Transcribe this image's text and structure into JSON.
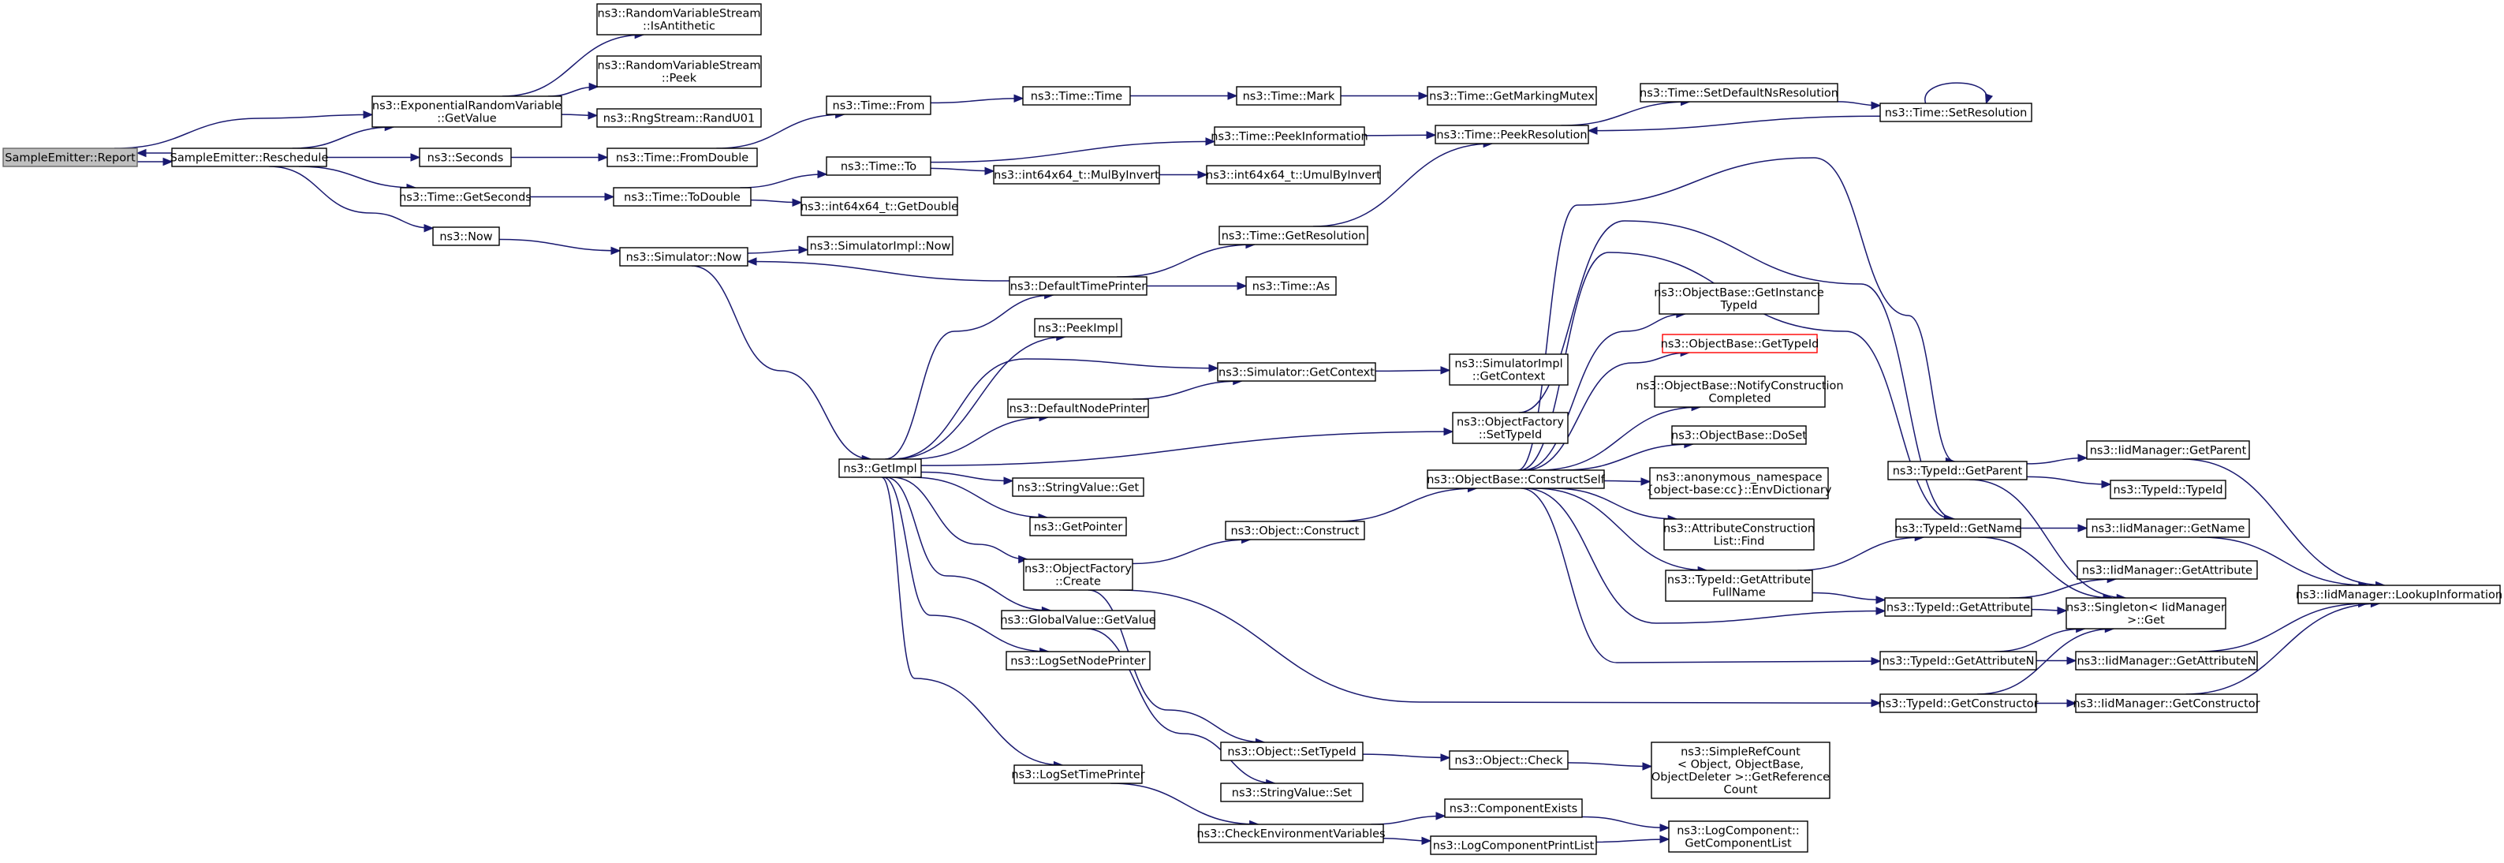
{
  "colors": {
    "edge": "#191970",
    "root_fill": "#bfbfbf",
    "root_stroke": "#666666",
    "node_fill": "#ffffff",
    "node_stroke": "#000000",
    "highlight_stroke": "#ff0000"
  },
  "nodes": {
    "report": {
      "lines": [
        "SampleEmitter::Report"
      ]
    },
    "reschedule": {
      "lines": [
        "SampleEmitter::Reschedule"
      ]
    },
    "erv_getvalue": {
      "lines": [
        "ns3::ExponentialRandomVariable",
        "::GetValue"
      ]
    },
    "rvs_isanti": {
      "lines": [
        "ns3::RandomVariableStream",
        "::IsAntithetic"
      ]
    },
    "rvs_peek": {
      "lines": [
        "ns3::RandomVariableStream",
        "::Peek"
      ]
    },
    "rng_randu01": {
      "lines": [
        "ns3::RngStream::RandU01"
      ]
    },
    "seconds": {
      "lines": [
        "ns3::Seconds"
      ]
    },
    "time_getseconds": {
      "lines": [
        "ns3::Time::GetSeconds"
      ]
    },
    "now": {
      "lines": [
        "ns3::Now"
      ]
    },
    "time_from": {
      "lines": [
        "ns3::Time::From"
      ]
    },
    "time_fromdouble": {
      "lines": [
        "ns3::Time::FromDouble"
      ]
    },
    "time_todouble": {
      "lines": [
        "ns3::Time::ToDouble"
      ]
    },
    "int64_getdouble": {
      "lines": [
        "ns3::int64x64_t::GetDouble"
      ]
    },
    "time_time": {
      "lines": [
        "ns3::Time::Time"
      ]
    },
    "time_to": {
      "lines": [
        "ns3::Time::To"
      ]
    },
    "time_mark": {
      "lines": [
        "ns3::Time::Mark"
      ]
    },
    "getmarkingmutex": {
      "lines": [
        "ns3::Time::GetMarkingMutex"
      ]
    },
    "peekinformation": {
      "lines": [
        "ns3::Time::PeekInformation"
      ]
    },
    "mulbyinvert": {
      "lines": [
        "ns3::int64x64_t::MulByInvert"
      ]
    },
    "umulbyinvert": {
      "lines": [
        "ns3::int64x64_t::UmulByInvert"
      ]
    },
    "peekresolution": {
      "lines": [
        "ns3::Time::PeekResolution"
      ]
    },
    "setdefaultns": {
      "lines": [
        "ns3::Time::SetDefaultNsResolution"
      ]
    },
    "setresolution": {
      "lines": [
        "ns3::Time::SetResolution"
      ]
    },
    "sim_now": {
      "lines": [
        "ns3::Simulator::Now"
      ]
    },
    "simimpl_now": {
      "lines": [
        "ns3::SimulatorImpl::Now"
      ]
    },
    "getresolution": {
      "lines": [
        "ns3::Time::GetResolution"
      ]
    },
    "defaulttimeprinter": {
      "lines": [
        "ns3::DefaultTimePrinter"
      ]
    },
    "time_as": {
      "lines": [
        "ns3::Time::As"
      ]
    },
    "peekimpl": {
      "lines": [
        "ns3::PeekImpl"
      ]
    },
    "getimpl": {
      "lines": [
        "ns3::GetImpl"
      ]
    },
    "sim_getcontext": {
      "lines": [
        "ns3::Simulator::GetContext"
      ]
    },
    "simimpl_getcontext": {
      "lines": [
        "ns3::SimulatorImpl",
        "::GetContext"
      ]
    },
    "defaultnodeprinter": {
      "lines": [
        "ns3::DefaultNodePrinter"
      ]
    },
    "of_settypeid": {
      "lines": [
        "ns3::ObjectFactory",
        "::SetTypeId"
      ]
    },
    "stringvalue_get": {
      "lines": [
        "ns3::StringValue::Get"
      ]
    },
    "getpointer": {
      "lines": [
        "ns3::GetPointer"
      ]
    },
    "of_create": {
      "lines": [
        "ns3::ObjectFactory",
        "::Create"
      ]
    },
    "globalvalue_getvalue": {
      "lines": [
        "ns3::GlobalValue::GetValue"
      ]
    },
    "logsetnodeprinter": {
      "lines": [
        "ns3::LogSetNodePrinter"
      ]
    },
    "logsettimeprinter": {
      "lines": [
        "ns3::LogSetTimePrinter"
      ]
    },
    "obj_construct": {
      "lines": [
        "ns3::Object::Construct"
      ]
    },
    "ob_constructself": {
      "lines": [
        "ns3::ObjectBase::ConstructSelf"
      ]
    },
    "ob_getinstancetypeid": {
      "lines": [
        "ns3::ObjectBase::GetInstance",
        "TypeId"
      ]
    },
    "ob_gettypeid": {
      "lines": [
        "ns3::ObjectBase::GetTypeId"
      ]
    },
    "ob_notify": {
      "lines": [
        "ns3::ObjectBase::NotifyConstruction",
        "Completed"
      ]
    },
    "ob_doset": {
      "lines": [
        "ns3::ObjectBase::DoSet"
      ]
    },
    "anon_envdict": {
      "lines": [
        "ns3::anonymous_namespace",
        "{object-base:cc}::EnvDictionary"
      ]
    },
    "acl_find": {
      "lines": [
        "ns3::AttributeConstruction",
        "List::Find"
      ]
    },
    "tid_getattrfullname": {
      "lines": [
        "ns3::TypeId::GetAttribute",
        "FullName"
      ]
    },
    "obj_settypeid": {
      "lines": [
        "ns3::Object::SetTypeId"
      ]
    },
    "stringvalue_set": {
      "lines": [
        "ns3::StringValue::Set"
      ]
    },
    "obj_check": {
      "lines": [
        "ns3::Object::Check"
      ]
    },
    "simplerefcount": {
      "lines": [
        "ns3::SimpleRefCount",
        "< Object, ObjectBase,",
        "ObjectDeleter >::GetReference",
        "Count"
      ]
    },
    "checkenv": {
      "lines": [
        "ns3::CheckEnvironmentVariables"
      ]
    },
    "componentexists": {
      "lines": [
        "ns3::ComponentExists"
      ]
    },
    "logcomponentprintlist": {
      "lines": [
        "ns3::LogComponentPrintList"
      ]
    },
    "logcomponent_getlist": {
      "lines": [
        "ns3::LogComponent::",
        "GetComponentList"
      ]
    },
    "tid_getparent": {
      "lines": [
        "ns3::TypeId::GetParent"
      ]
    },
    "tid_getname": {
      "lines": [
        "ns3::TypeId::GetName"
      ]
    },
    "tid_getattribute": {
      "lines": [
        "ns3::TypeId::GetAttribute"
      ]
    },
    "tid_getattributen": {
      "lines": [
        "ns3::TypeId::GetAttributeN"
      ]
    },
    "tid_getconstructor": {
      "lines": [
        "ns3::TypeId::GetConstructor"
      ]
    },
    "iid_getparent": {
      "lines": [
        "ns3::IidManager::GetParent"
      ]
    },
    "tid_typeid": {
      "lines": [
        "ns3::TypeId::TypeId"
      ]
    },
    "iid_getname": {
      "lines": [
        "ns3::IidManager::GetName"
      ]
    },
    "iid_getattribute": {
      "lines": [
        "ns3::IidManager::GetAttribute"
      ]
    },
    "singleton_get": {
      "lines": [
        "ns3::Singleton< IidManager",
        " >::Get"
      ]
    },
    "iid_getattributen": {
      "lines": [
        "ns3::IidManager::GetAttributeN"
      ]
    },
    "iid_getconstructor": {
      "lines": [
        "ns3::IidManager::GetConstructor"
      ]
    },
    "iid_lookup": {
      "lines": [
        "ns3::IidManager::LookupInformation"
      ]
    }
  },
  "edges": [
    [
      "report",
      "reschedule"
    ],
    [
      "reschedule",
      "report"
    ],
    [
      "report",
      "erv_getvalue"
    ],
    [
      "reschedule",
      "erv_getvalue"
    ],
    [
      "reschedule",
      "seconds"
    ],
    [
      "reschedule",
      "time_getseconds"
    ],
    [
      "reschedule",
      "now"
    ],
    [
      "erv_getvalue",
      "rvs_isanti"
    ],
    [
      "erv_getvalue",
      "rvs_peek"
    ],
    [
      "erv_getvalue",
      "rng_randu01"
    ],
    [
      "seconds",
      "time_fromdouble"
    ],
    [
      "time_fromdouble",
      "time_from"
    ],
    [
      "time_from",
      "time_time"
    ],
    [
      "time_time",
      "time_mark"
    ],
    [
      "time_mark",
      "getmarkingmutex"
    ],
    [
      "time_getseconds",
      "time_todouble"
    ],
    [
      "time_todouble",
      "time_to"
    ],
    [
      "time_todouble",
      "int64_getdouble"
    ],
    [
      "time_to",
      "peekinformation"
    ],
    [
      "time_to",
      "mulbyinvert"
    ],
    [
      "mulbyinvert",
      "umulbyinvert"
    ],
    [
      "peekinformation",
      "peekresolution"
    ],
    [
      "peekresolution",
      "setdefaultns"
    ],
    [
      "setdefaultns",
      "setresolution"
    ],
    [
      "setresolution",
      "setresolution"
    ],
    [
      "setresolution",
      "peekresolution"
    ],
    [
      "now",
      "sim_now"
    ],
    [
      "sim_now",
      "simimpl_now"
    ],
    [
      "sim_now",
      "getimpl"
    ],
    [
      "defaulttimeprinter",
      "sim_now"
    ],
    [
      "defaulttimeprinter",
      "getresolution"
    ],
    [
      "defaulttimeprinter",
      "time_as"
    ],
    [
      "getresolution",
      "peekresolution"
    ],
    [
      "getimpl",
      "defaulttimeprinter"
    ],
    [
      "getimpl",
      "peekimpl"
    ],
    [
      "getimpl",
      "sim_getcontext"
    ],
    [
      "getimpl",
      "defaultnodeprinter"
    ],
    [
      "getimpl",
      "of_settypeid"
    ],
    [
      "getimpl",
      "stringvalue_get"
    ],
    [
      "getimpl",
      "getpointer"
    ],
    [
      "getimpl",
      "of_create"
    ],
    [
      "getimpl",
      "globalvalue_getvalue"
    ],
    [
      "getimpl",
      "logsetnodeprinter"
    ],
    [
      "getimpl",
      "logsettimeprinter"
    ],
    [
      "defaultnodeprinter",
      "sim_getcontext"
    ],
    [
      "sim_getcontext",
      "simimpl_getcontext"
    ],
    [
      "of_settypeid",
      "tid_getname"
    ],
    [
      "of_create",
      "obj_construct"
    ],
    [
      "of_create",
      "obj_settypeid"
    ],
    [
      "of_create",
      "tid_getconstructor"
    ],
    [
      "globalvalue_getvalue",
      "stringvalue_set"
    ],
    [
      "logsettimeprinter",
      "checkenv"
    ],
    [
      "obj_construct",
      "ob_constructself"
    ],
    [
      "obj_settypeid",
      "obj_check"
    ],
    [
      "obj_check",
      "simplerefcount"
    ],
    [
      "checkenv",
      "componentexists"
    ],
    [
      "checkenv",
      "logcomponentprintlist"
    ],
    [
      "componentexists",
      "logcomponent_getlist"
    ],
    [
      "logcomponentprintlist",
      "logcomponent_getlist"
    ],
    [
      "ob_constructself",
      "ob_getinstancetypeid"
    ],
    [
      "ob_constructself",
      "ob_gettypeid"
    ],
    [
      "ob_constructself",
      "ob_notify"
    ],
    [
      "ob_constructself",
      "ob_doset"
    ],
    [
      "ob_constructself",
      "anon_envdict"
    ],
    [
      "ob_constructself",
      "acl_find"
    ],
    [
      "ob_constructself",
      "tid_getattrfullname"
    ],
    [
      "ob_constructself",
      "tid_getparent"
    ],
    [
      "ob_constructself",
      "tid_getname"
    ],
    [
      "ob_constructself",
      "tid_getattribute"
    ],
    [
      "ob_constructself",
      "tid_getattributen"
    ],
    [
      "tid_getattrfullname",
      "tid_getname"
    ],
    [
      "tid_getattrfullname",
      "tid_getattribute"
    ],
    [
      "tid_getparent",
      "iid_getparent"
    ],
    [
      "tid_getparent",
      "tid_typeid"
    ],
    [
      "tid_getparent",
      "singleton_get"
    ],
    [
      "tid_getname",
      "iid_getname"
    ],
    [
      "tid_getname",
      "singleton_get"
    ],
    [
      "tid_getattribute",
      "iid_getattribute"
    ],
    [
      "tid_getattribute",
      "singleton_get"
    ],
    [
      "tid_getattributen",
      "iid_getattributen"
    ],
    [
      "tid_getattributen",
      "singleton_get"
    ],
    [
      "tid_getconstructor",
      "iid_getconstructor"
    ],
    [
      "tid_getconstructor",
      "singleton_get"
    ],
    [
      "iid_getparent",
      "iid_lookup"
    ],
    [
      "iid_getname",
      "iid_lookup"
    ],
    [
      "iid_getattributen",
      "iid_lookup"
    ],
    [
      "iid_getconstructor",
      "iid_lookup"
    ]
  ]
}
